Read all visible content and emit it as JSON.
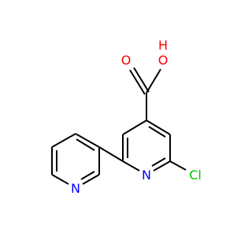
{
  "molecule": {
    "atoms": {
      "oxygen_carbonyl": "O",
      "hydroxyl_o": "O",
      "hydroxyl_h": "H",
      "ring_n_pyridine": "N",
      "chlorine": "Cl",
      "ring_n_pyridyl": "N"
    },
    "colors": {
      "bond": "#000000",
      "oxygen": "#ff0000",
      "nitrogen": "#0000ff",
      "chlorine": "#00c000",
      "background": "#ffffff"
    }
  }
}
